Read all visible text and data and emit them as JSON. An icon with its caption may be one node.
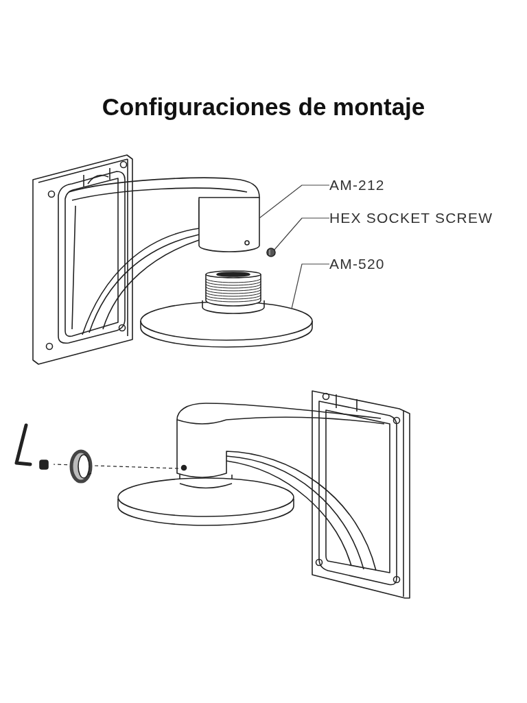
{
  "diagram": {
    "title": "Configuraciones de montaje",
    "nodes": [
      {
        "text": [
          "AM-212"
        ]
      },
      {
        "text": [
          "HEX SOCKET SCREW"
        ]
      },
      {
        "text": [
          "AM-520"
        ]
      },
      {
        "text": [],
        "shape": "picture"
      },
      {
        "text": [],
        "shape": "circle"
      },
      {
        "text": [],
        "shape": "picture"
      }
    ],
    "edges": [
      {
        "from": 0,
        "to": 3,
        "arrow": "none"
      },
      {
        "from": 1,
        "to": 4,
        "arrow": "none"
      },
      {
        "from": 2,
        "to": 5,
        "arrow": "none"
      }
    ]
  }
}
